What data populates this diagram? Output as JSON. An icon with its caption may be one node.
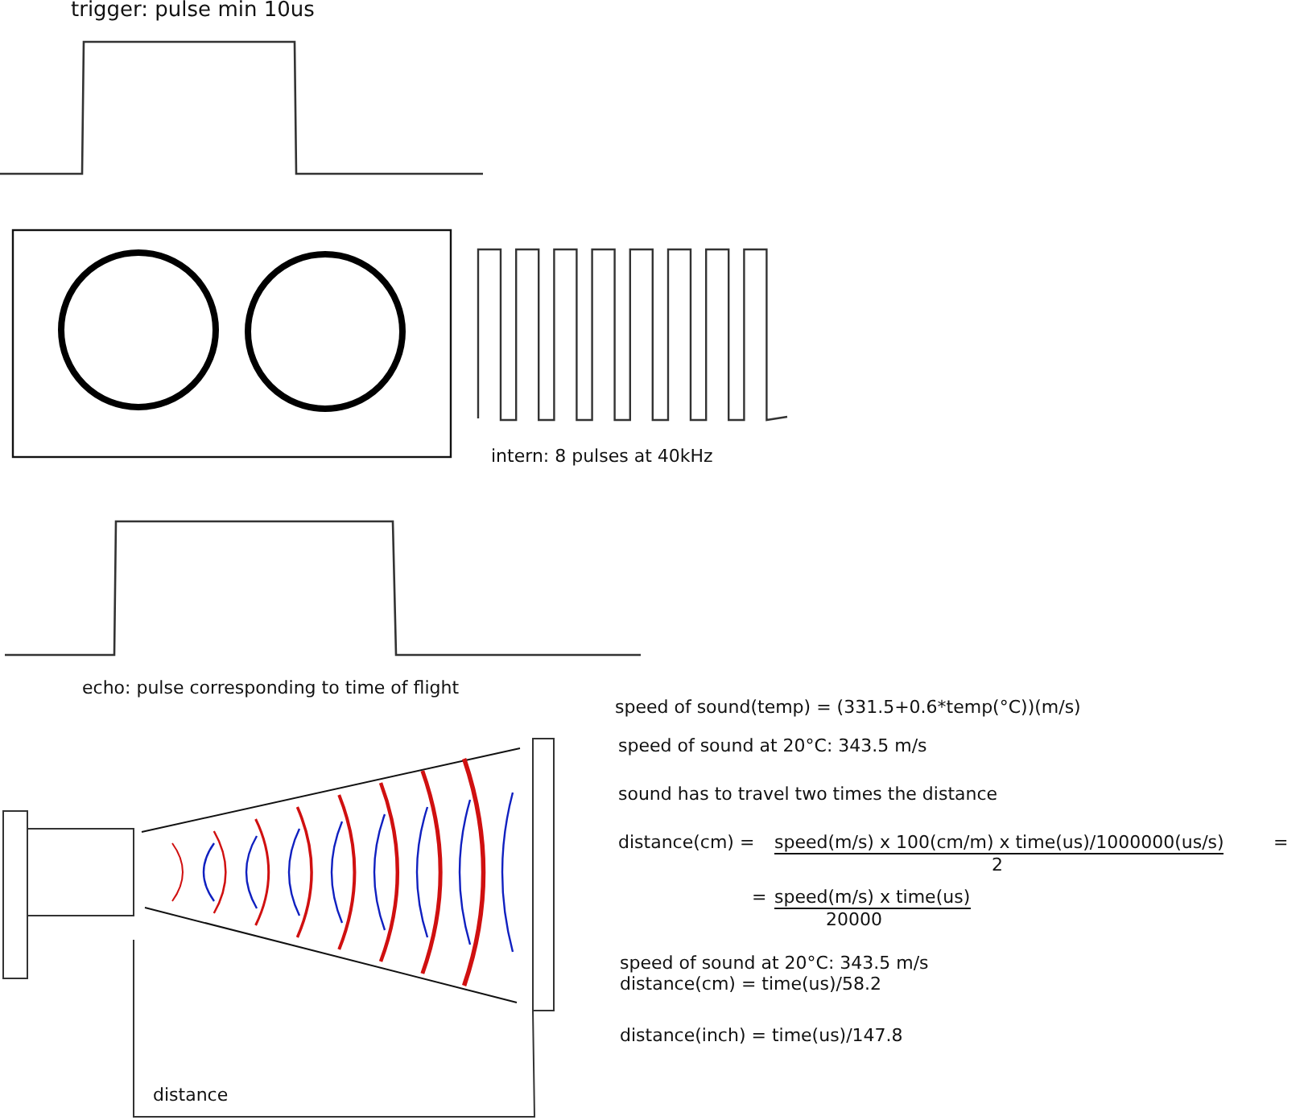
{
  "diagram": {
    "labels": [
      "trigger: pulse min 10us",
      "intern: 8 pulses at 40kHz",
      "echo: pulse corresponding to time of flight",
      "speed of sound(temp) = (331.5+0.6*temp(°C))(m/s)",
      "speed of sound at 20°C: 343.5 m/s",
      "sound has to travel two times the distance",
      "distance(cm) =",
      "speed(m/s) x 100(cm/m) x time(us)/1000000(us/s)",
      "=",
      "2",
      "=",
      "speed(m/s) x time(us)",
      "20000",
      "speed of sound at 20°C: 343.5 m/s",
      "distance(cm) = time(us)/58.2",
      "distance(inch) = time(us)/147.8",
      "distance"
    ]
  }
}
